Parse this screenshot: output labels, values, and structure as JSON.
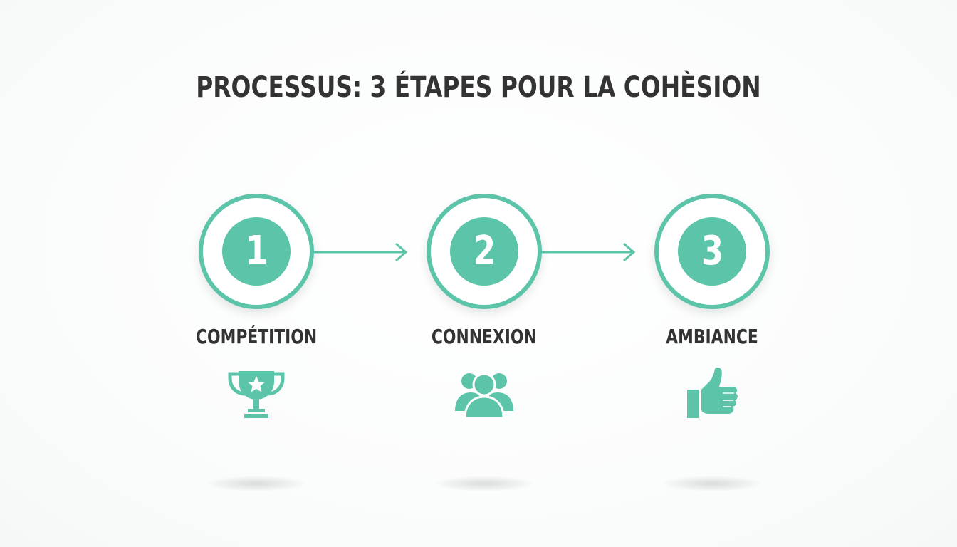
{
  "title": "PROCESSUS: 3 ÉTAPES POUR LA COHÈSION",
  "accent_color": "#5cc4a8",
  "text_color": "#333333",
  "steps": [
    {
      "number": "1",
      "label": "COMPÉTITION",
      "icon": "trophy-icon"
    },
    {
      "number": "2",
      "label": "CONNEXION",
      "icon": "group-icon"
    },
    {
      "number": "3",
      "label": "AMBIANCE",
      "icon": "thumbs-up-icon"
    }
  ]
}
